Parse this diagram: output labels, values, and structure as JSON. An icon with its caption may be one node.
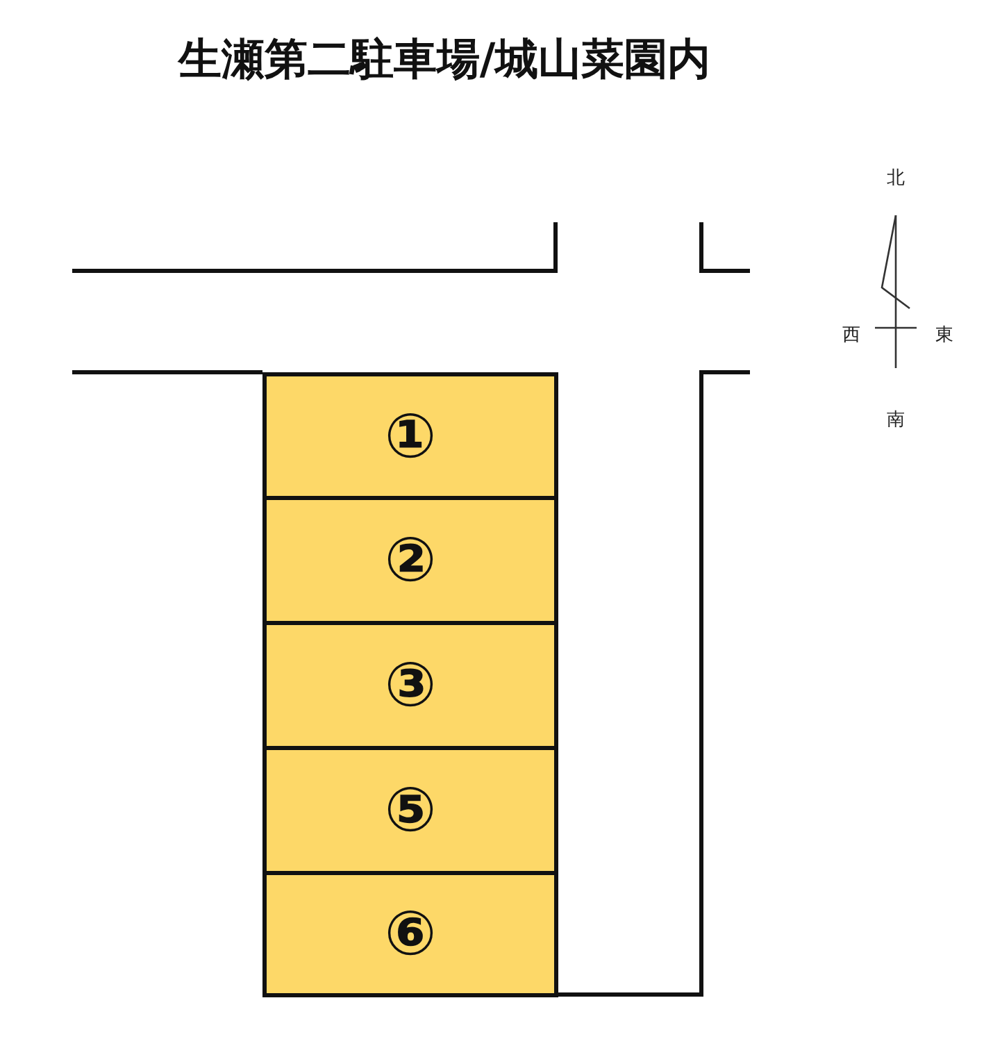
{
  "diagram": {
    "title": "生瀬第二駐車場/城山菜園内",
    "nodes": [
      {
        "text": [
          "①"
        ]
      },
      {
        "text": [
          "②"
        ]
      },
      {
        "text": [
          "③"
        ]
      },
      {
        "text": [
          "⑤"
        ]
      },
      {
        "text": [
          "⑥"
        ]
      }
    ],
    "labels": [
      "北",
      "西",
      "東",
      "南"
    ]
  }
}
